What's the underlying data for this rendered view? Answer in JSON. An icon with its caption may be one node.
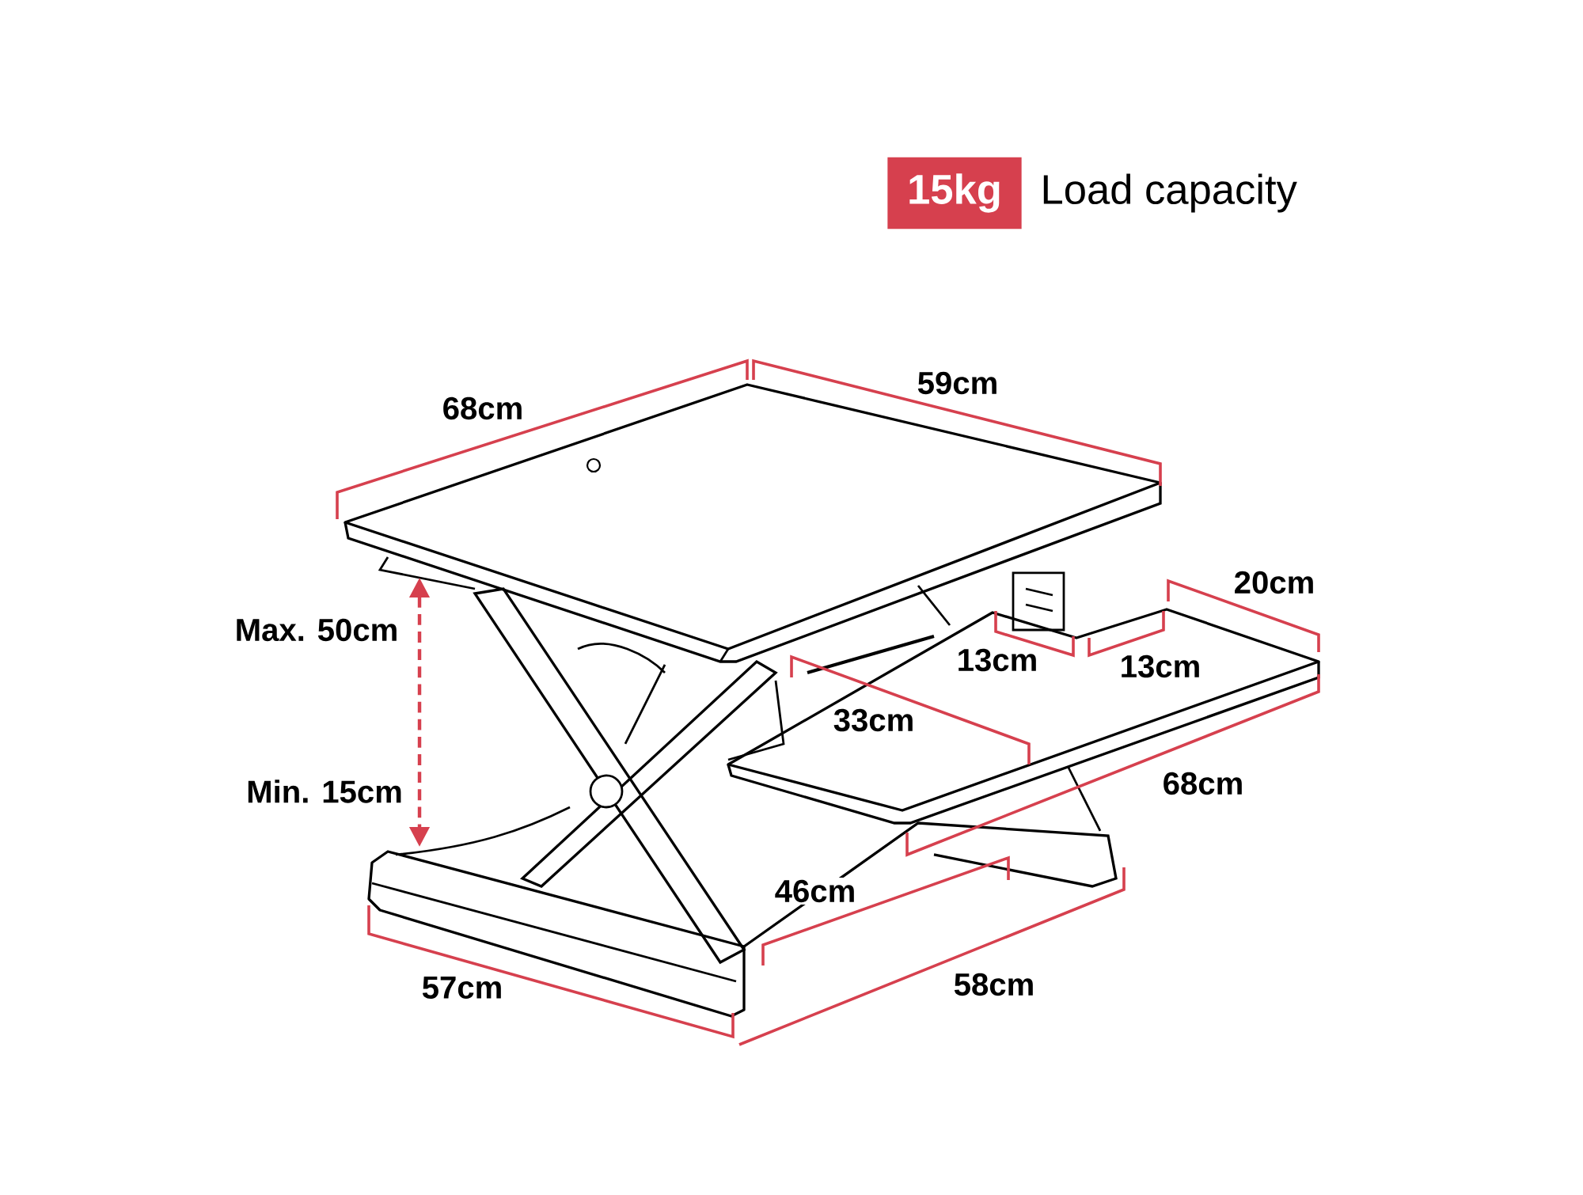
{
  "diagram": {
    "nodes": [
      {
        "text": [
          "15kg"
        ],
        "beside": [
          "Load capacity"
        ]
      }
    ],
    "labels": [
      "68cm",
      "59cm",
      "20cm",
      "Max. 50cm",
      "13cm",
      "13cm",
      "33cm",
      "Min. 15cm",
      "68cm",
      "46cm",
      "57cm",
      "58cm"
    ]
  }
}
